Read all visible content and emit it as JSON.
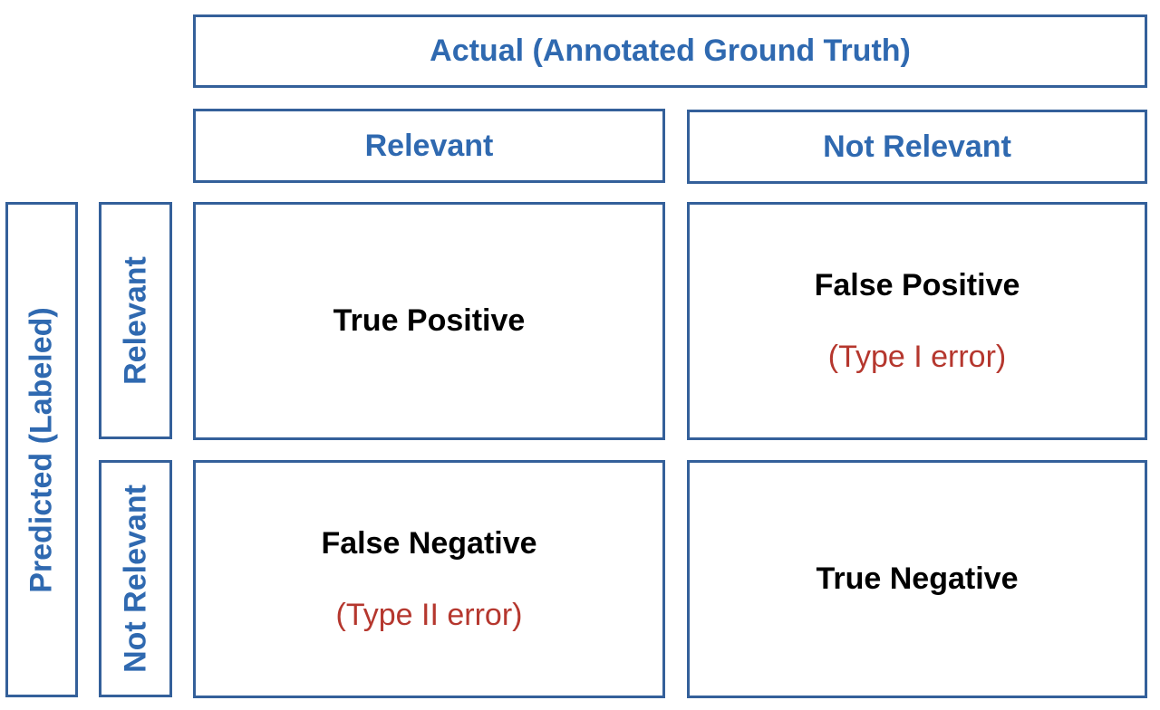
{
  "actual_header": "Actual (Annotated Ground Truth)",
  "actual_columns": [
    "Relevant",
    "Not Relevant"
  ],
  "predicted_header": "Predicted (Labeled)",
  "predicted_rows": [
    "Relevant",
    "Not Relevant"
  ],
  "cells": {
    "true_positive": {
      "title": "True Positive"
    },
    "false_positive": {
      "title": "False Positive",
      "note": "(Type I error)"
    },
    "false_negative": {
      "title": "False Negative",
      "note": "(Type II error)"
    },
    "true_negative": {
      "title": "True Negative"
    }
  },
  "colors": {
    "border": "#34609a",
    "header_text": "#2f69b0",
    "cell_text": "#000000",
    "error_text": "#b5372e"
  }
}
